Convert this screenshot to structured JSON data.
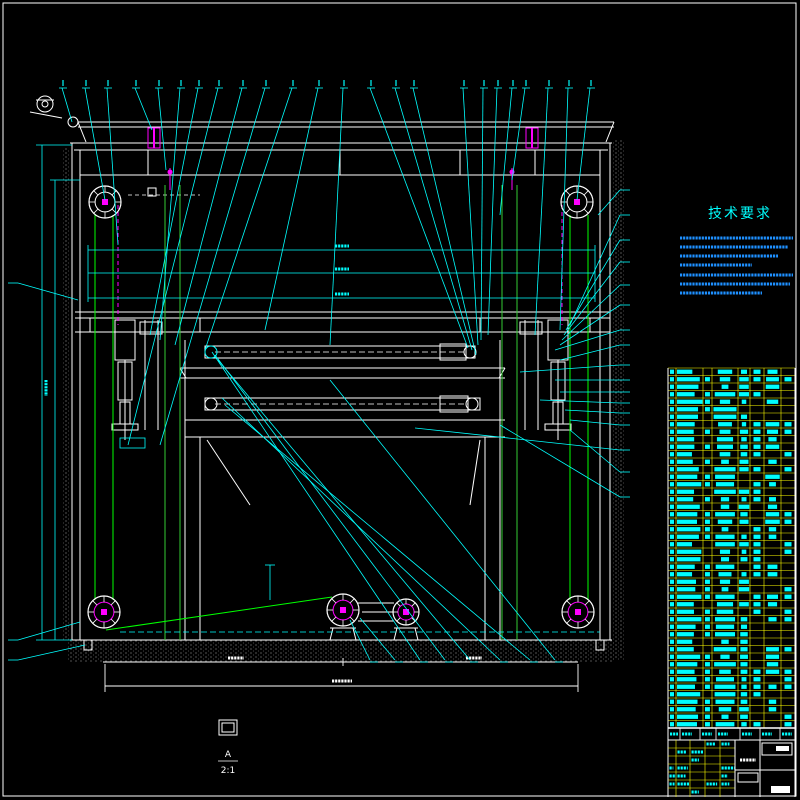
{
  "drawing": {
    "technical_requirements_title": "技术要求",
    "section_view": {
      "label": "A",
      "scale": "2:1"
    }
  },
  "colors": {
    "background": "#000000",
    "outline": "#ffffff",
    "leader": "#00ffff",
    "hidden": "#ff00ff",
    "chain": "#00ff00",
    "guide": "#33cc33",
    "table_grid": "#ffff00",
    "note_text": "#1e90ff",
    "hatch": "#8c8c8c"
  }
}
